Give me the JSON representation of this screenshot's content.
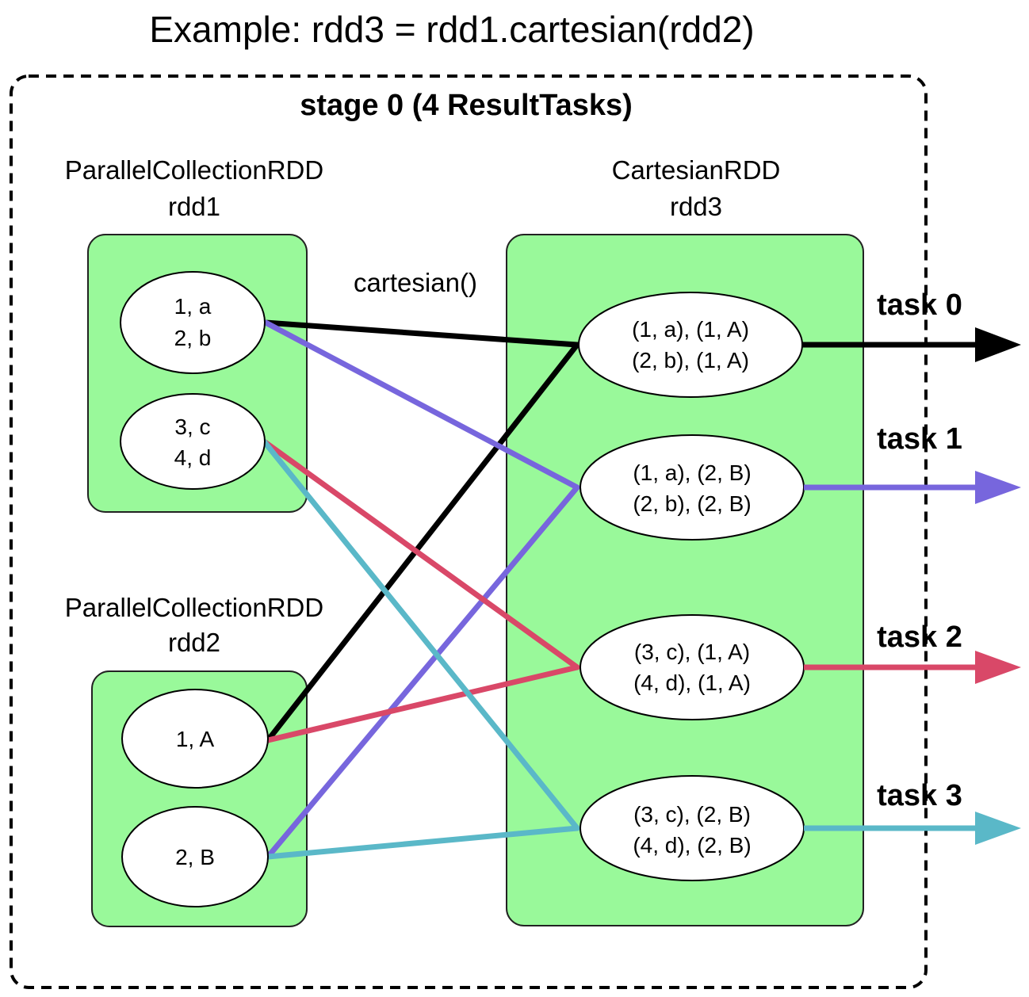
{
  "title": "Example: rdd3 = rdd1.cartesian(rdd2)",
  "stage": {
    "label": "stage 0 (4 ResultTasks)"
  },
  "operation_label": "cartesian()",
  "colors": {
    "task0": "#000000",
    "task1": "#7766dd",
    "task2": "#d94868",
    "task3": "#5ab8c8",
    "rdd_fill": "#99f99a",
    "stage_border": "#000000"
  },
  "rdd1": {
    "type": "ParallelCollectionRDD",
    "name": "rdd1",
    "partitions": [
      {
        "lines": [
          "1, a",
          "2, b"
        ]
      },
      {
        "lines": [
          "3, c",
          "4, d"
        ]
      }
    ]
  },
  "rdd2": {
    "type": "ParallelCollectionRDD",
    "name": "rdd2",
    "partitions": [
      {
        "lines": [
          "1, A"
        ]
      },
      {
        "lines": [
          "2, B"
        ]
      }
    ]
  },
  "rdd3": {
    "type": "CartesianRDD",
    "name": "rdd3",
    "partitions": [
      {
        "lines": [
          "(1, a), (1, A)",
          "(2, b), (1, A)"
        ]
      },
      {
        "lines": [
          "(1, a), (2, B)",
          "(2, b), (2, B)"
        ]
      },
      {
        "lines": [
          "(3, c), (1, A)",
          "(4, d), (1, A)"
        ]
      },
      {
        "lines": [
          "(3, c), (2, B)",
          "(4, d), (2, B)"
        ]
      }
    ]
  },
  "tasks": [
    "task 0",
    "task 1",
    "task 2",
    "task 3"
  ]
}
